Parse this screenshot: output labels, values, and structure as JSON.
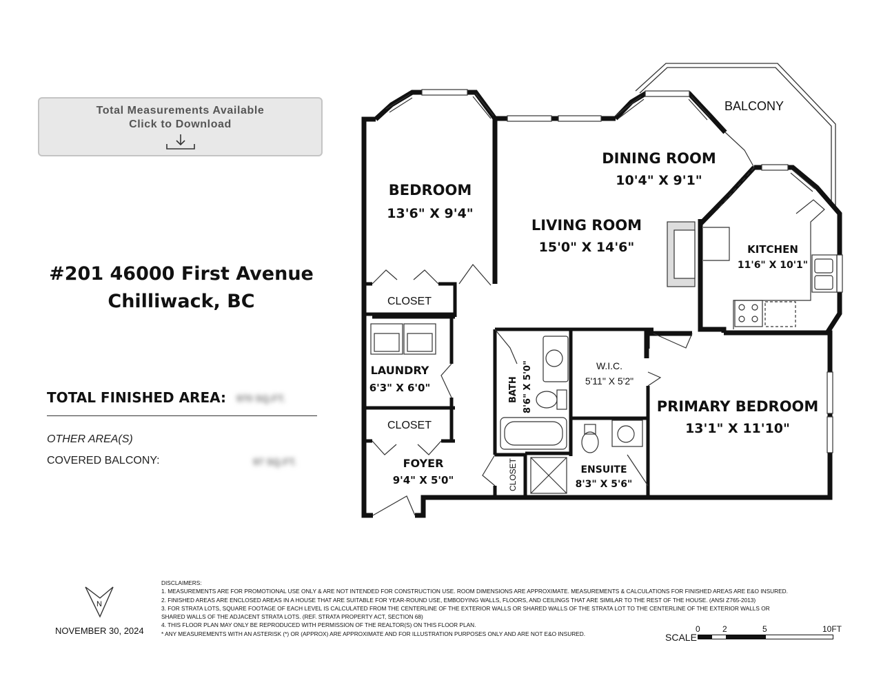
{
  "download": {
    "line1": "Total Measurements Available",
    "line2": "Click to Download",
    "icon": "download-icon"
  },
  "address": {
    "line1": "#201 46000 First Avenue",
    "line2": "Chilliwack, BC"
  },
  "area": {
    "title": "TOTAL FINISHED AREA:",
    "value_blurred": "970 SQ.FT.",
    "other_label": "OTHER AREA(S)",
    "balcony_label": "COVERED BALCONY:",
    "balcony_value_blurred": "97 SQ.FT."
  },
  "rooms": {
    "bedroom": {
      "name": "BEDROOM",
      "size": "13'6\" X 9'4\""
    },
    "living": {
      "name": "LIVING ROOM",
      "size": "15'0\" X 14'6\""
    },
    "dining": {
      "name": "DINING ROOM",
      "size": "10'4\" X 9'1\""
    },
    "balcony": {
      "name": "BALCONY"
    },
    "kitchen": {
      "name": "KITCHEN",
      "size": "11'6\" X 10'1\""
    },
    "closet1": {
      "name": "CLOSET"
    },
    "laundry": {
      "name": "LAUNDRY",
      "size": "6'3\" X 6'0\""
    },
    "closet2": {
      "name": "CLOSET"
    },
    "foyer": {
      "name": "FOYER",
      "size": "9'4\" X 5'0\""
    },
    "bath": {
      "name": "BATH",
      "size": "8'6\" X 5'0\""
    },
    "closet3": {
      "name": "CLOSET"
    },
    "wic": {
      "name": "W.I.C.",
      "size": "5'11\" X 5'2\""
    },
    "ensuite": {
      "name": "ENSUITE",
      "size": "8'3\" X 5'6\""
    },
    "primary": {
      "name": "PRIMARY BEDROOM",
      "size": "13'1\" X 11'10\""
    }
  },
  "compass": {
    "label": "N"
  },
  "date": "NOVEMBER 30, 2024",
  "disclaimers": [
    "DISCLAIMERS:",
    "1. MEASUREMENTS ARE FOR PROMOTIONAL USE ONLY & ARE NOT INTENDED FOR CONSTRUCTION USE. ROOM DIMENSIONS ARE APPROXIMATE. MEASUREMENTS & CALCULATIONS FOR FINISHED AREAS ARE E&O INSURED.",
    "2. FINISHED AREAS ARE ENCLOSED AREAS IN A HOUSE THAT ARE SUITABLE FOR YEAR-ROUND USE, EMBODYING WALLS, FLOORS, AND CEILINGS THAT ARE SIMILAR TO THE REST OF THE HOUSE. (ANSI Z765-2013)",
    "3. FOR STRATA LOTS, SQUARE FOOTAGE OF EACH LEVEL IS CALCULATED FROM THE CENTERLINE OF THE EXTERIOR WALLS OR SHARED WALLS OF THE STRATA LOT TO THE CENTERLINE OF THE EXTERIOR WALLS OR",
    "SHARED WALLS OF THE ADJACENT STRATA LOTS. (REF. STRATA PROPERTY ACT, SECTION 68)",
    "4. THIS FLOOR PLAN MAY ONLY BE REPRODUCED WITH PERMISSION OF THE REALTOR(S) ON THIS FLOOR PLAN.",
    "* ANY MEASUREMENTS WITH AN ASTERISK (*) OR (APPROX) ARE APPROXIMATE AND FOR ILLUSTRATION PURPOSES ONLY AND ARE NOT E&O INSURED."
  ],
  "scale": {
    "label": "SCALE",
    "ticks": [
      "0",
      "2",
      "5",
      "10FT"
    ]
  }
}
